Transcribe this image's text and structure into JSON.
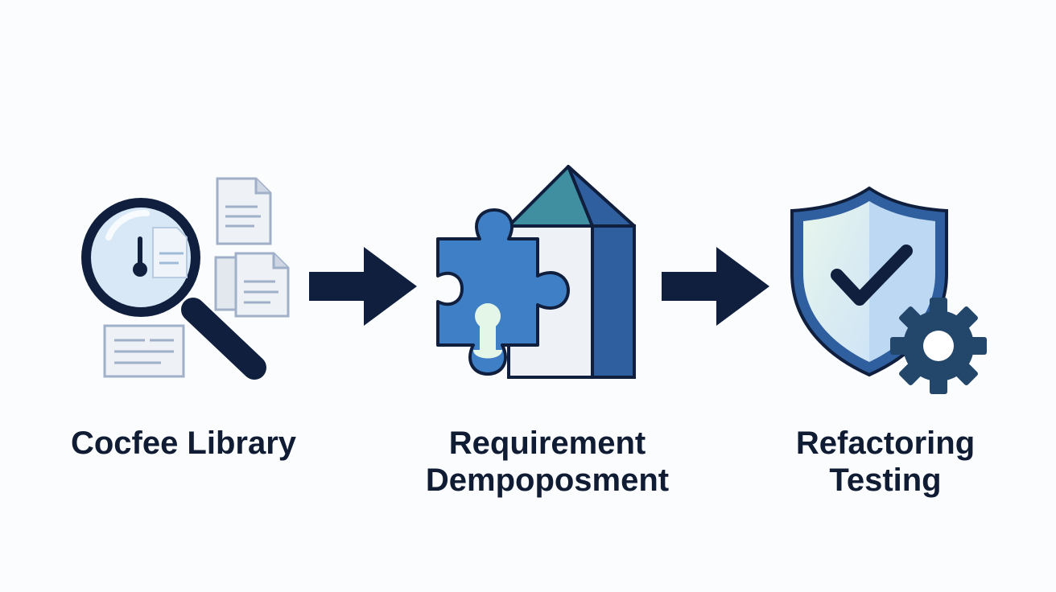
{
  "steps": [
    {
      "label_lines": [
        "Cocfee Library"
      ],
      "icon": "magnifier-documents-icon"
    },
    {
      "label_lines": [
        "Requirement",
        "Dempoposment"
      ],
      "icon": "puzzle-block-icon"
    },
    {
      "label_lines": [
        "Refactoring",
        "Testing"
      ],
      "icon": "shield-gear-icon"
    }
  ],
  "connectors": [
    "arrow-right-icon",
    "arrow-right-icon"
  ],
  "colors": {
    "navy": "#0f1f3d",
    "blue": "#3f7fc6",
    "mid_blue": "#2f5f9f",
    "teal": "#3f8fa0",
    "light_blue": "#d8e8f6",
    "paper": "#eef1f5",
    "mint": "#e3f6e8",
    "background": "#fbfcfd"
  }
}
